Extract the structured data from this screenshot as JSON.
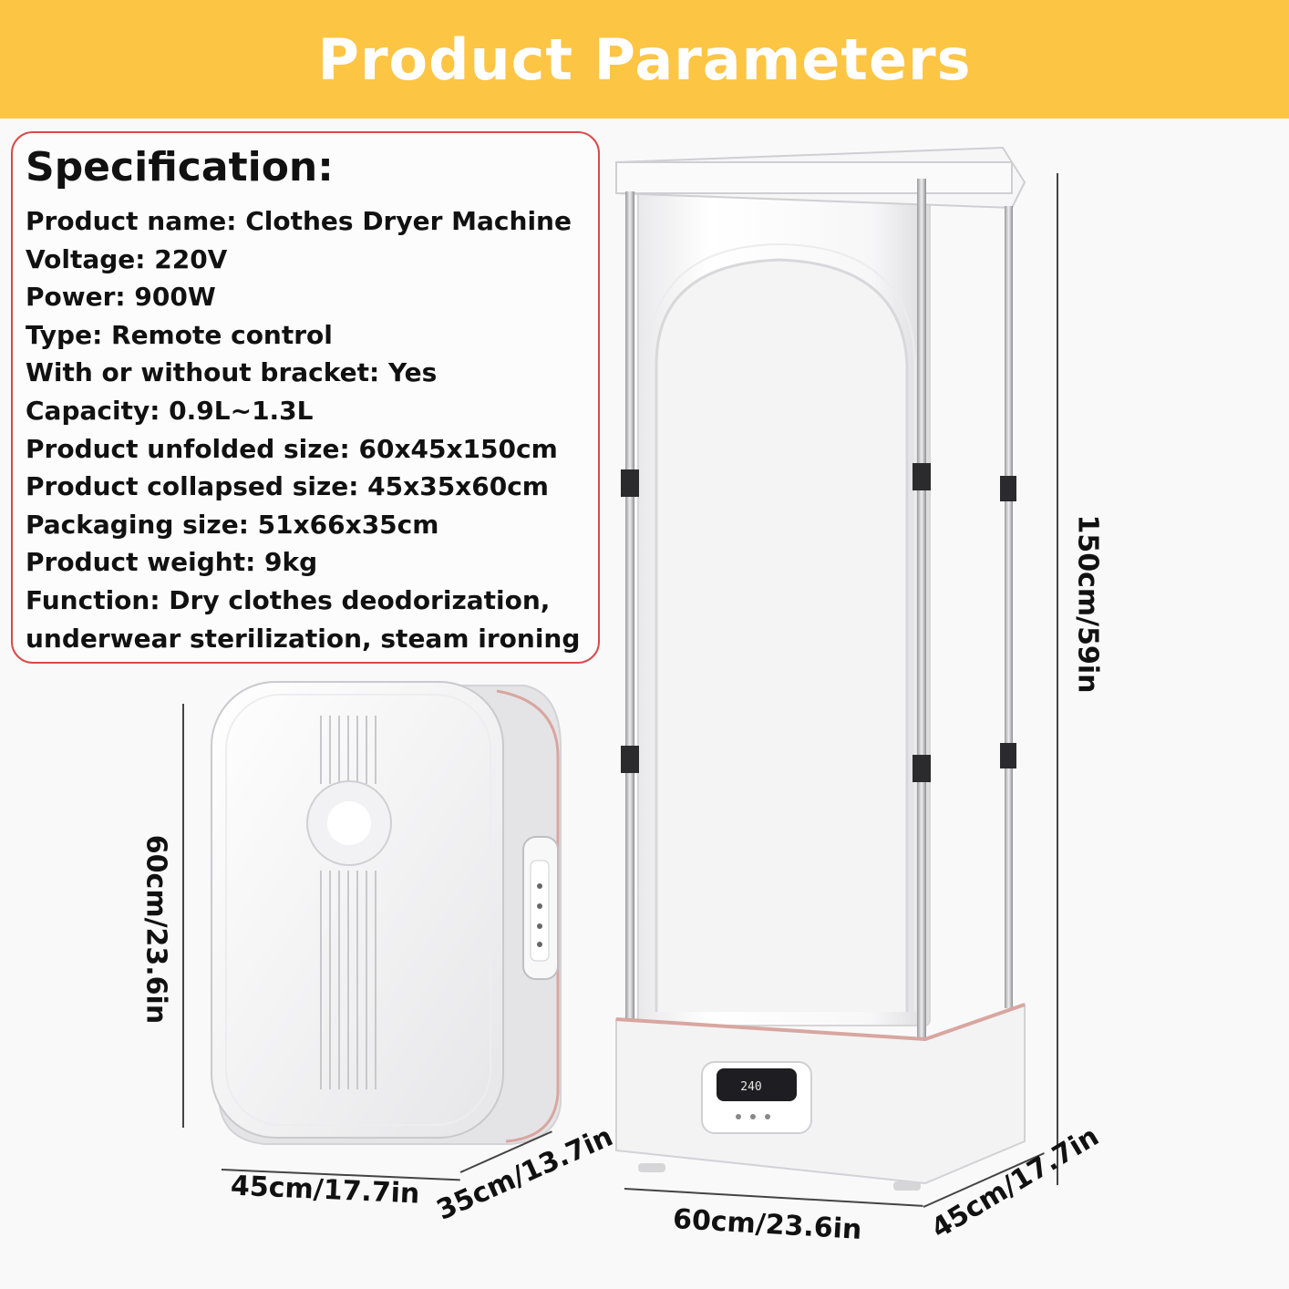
{
  "banner": {
    "title": "Product Parameters",
    "color": "#fcc544"
  },
  "spec": {
    "heading": "Specification:",
    "lines": [
      "Product name: Clothes Dryer Machine",
      "Voltage: 220V",
      "Power: 900W",
      "Type: Remote control",
      "With or without bracket: Yes",
      "Capacity: 0.9L~1.3L",
      "Product unfolded size: 60x45x150cm",
      "Product collapsed size: 45x35x60cm",
      "Packaging size: 51x66x35cm",
      "Product weight: 9kg",
      "Function: Dry clothes deodorization,",
      "underwear sterilization, steam ironing"
    ],
    "border_color": "#d94a4a"
  },
  "dimensions": {
    "tall_height": "150cm/59in",
    "tall_width": "60cm/23.6in",
    "tall_depth": "45cm/17.7in",
    "small_height": "60cm/23.6in",
    "small_width": "45cm/17.7in",
    "small_depth": "35cm/13.7in"
  },
  "display": {
    "readout": "240"
  }
}
